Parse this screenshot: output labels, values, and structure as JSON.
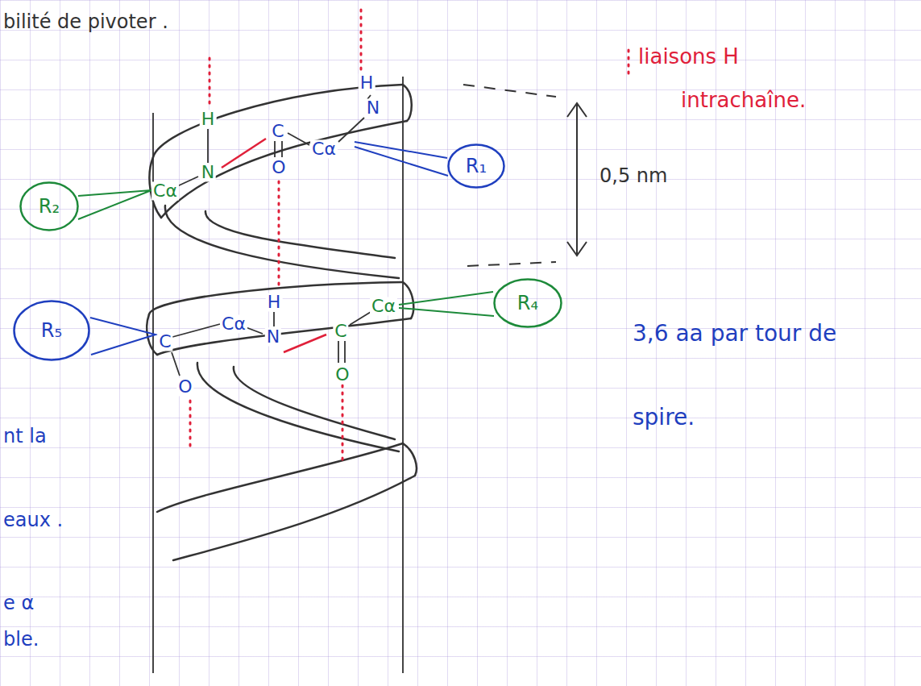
{
  "diagram": {
    "nodes": [
      {
        "text": [
          "R₁"
        ]
      },
      {
        "text": [
          "R₂"
        ]
      },
      {
        "text": [
          "R₄"
        ]
      },
      {
        "text": [
          "R₅"
        ]
      }
    ],
    "labels": [
      "bilité de pivoter .",
      "liaisons H",
      "intrachaîne.",
      "0,5 nm",
      "3,6 aa par tour de spire.",
      "nt la",
      "eaux .",
      "e α",
      "ble.",
      "H",
      "N",
      "Cα",
      "C",
      "O",
      "Cα",
      "H",
      "N",
      "H",
      "N",
      "Cα",
      "C",
      "O",
      "C",
      "O",
      "Cα"
    ]
  }
}
